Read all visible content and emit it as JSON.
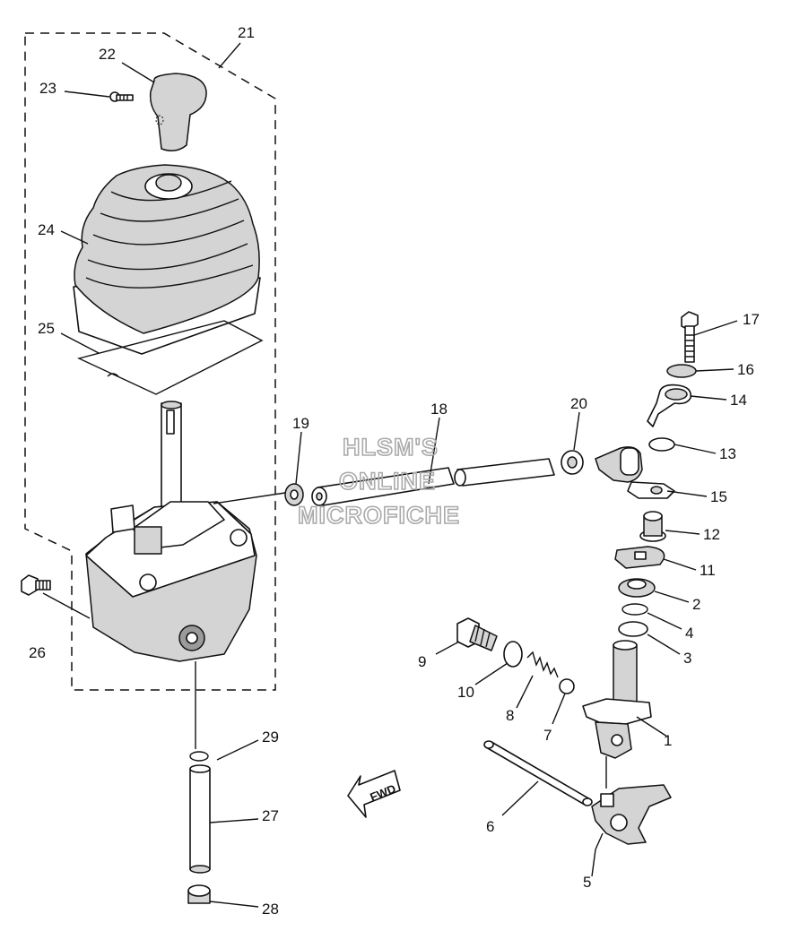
{
  "watermark": {
    "line1": "HLSM'S",
    "line2": "ONLINE",
    "line3": "MICROFICHE"
  },
  "fwd_label": "FWD",
  "callouts": [
    "1",
    "2",
    "3",
    "4",
    "5",
    "6",
    "7",
    "8",
    "9",
    "10",
    "11",
    "12",
    "13",
    "14",
    "15",
    "16",
    "17",
    "18",
    "19",
    "20",
    "21",
    "22",
    "23",
    "24",
    "25",
    "26",
    "27",
    "28",
    "29"
  ]
}
